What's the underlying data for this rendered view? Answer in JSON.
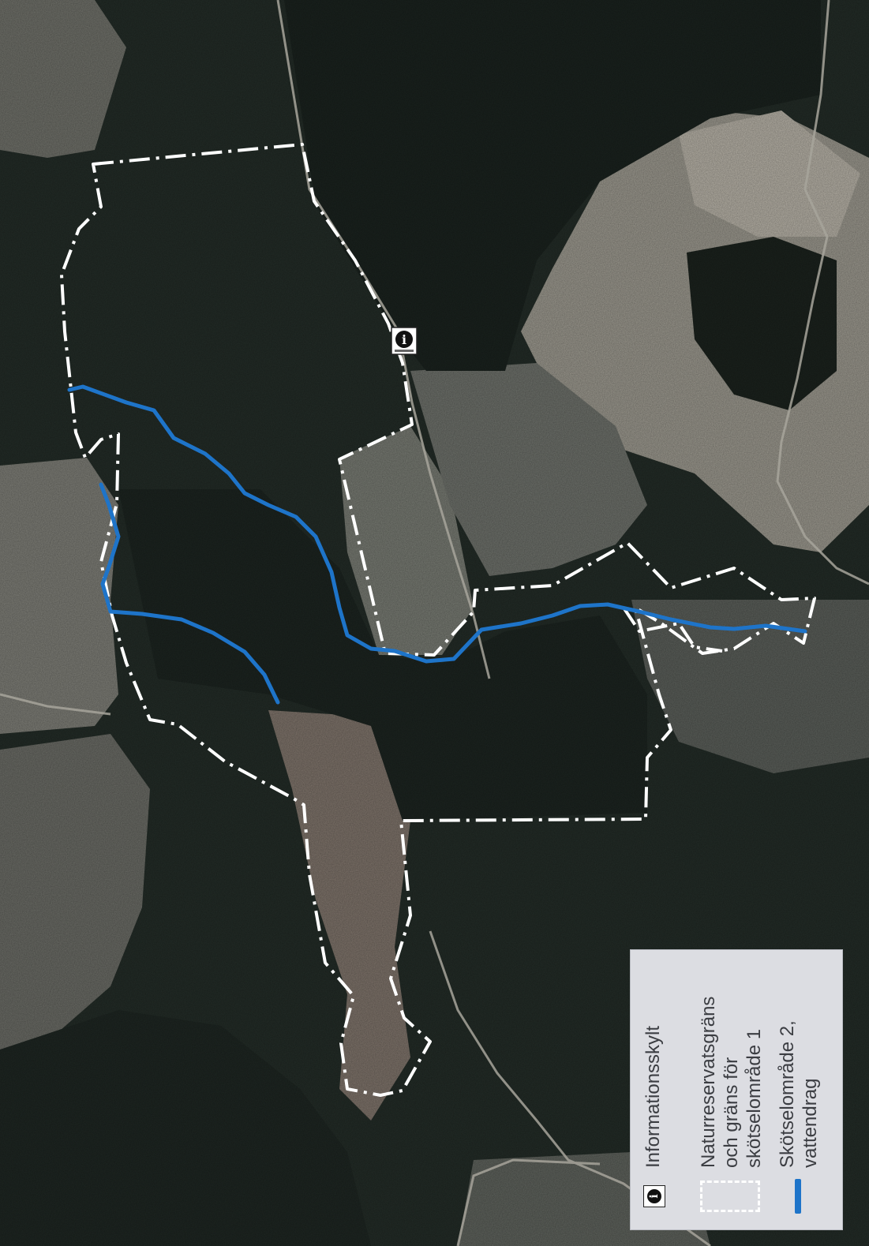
{
  "colors": {
    "forest_dark": "#1d2621",
    "forest_mid": "#2c342f",
    "clearing_light": "#8f8f88",
    "clearing_pale": "#b4b0a6",
    "boundary": "#ffffff",
    "stream": "#1e74c9",
    "legend_bg": "#dcdde2"
  },
  "map": {
    "info_sign_icon": "info-sign-icon"
  },
  "legend": {
    "items": [
      {
        "icon": "info-sign-icon",
        "label": "Informationsskylt"
      },
      {
        "icon": "dash-dot-boundary-icon",
        "label": "Naturreservatsgräns\noch gräns för\nskötselområde 1"
      },
      {
        "icon": "blue-line-icon",
        "label": "Skötselområde 2,\nvattendrag"
      }
    ]
  }
}
